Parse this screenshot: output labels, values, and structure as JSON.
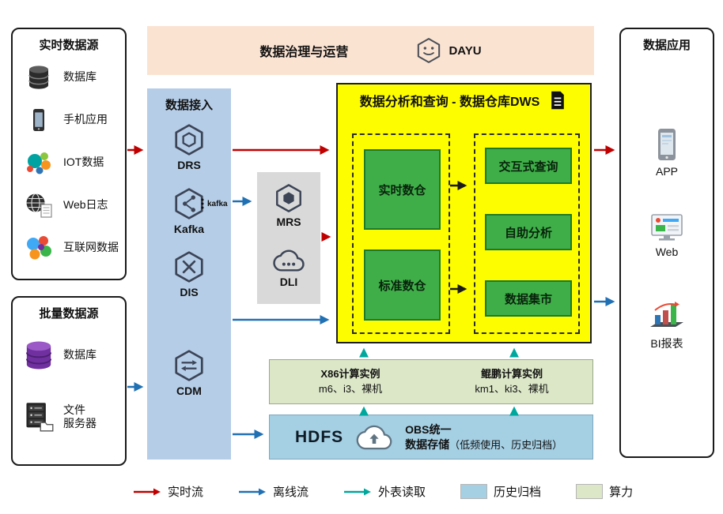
{
  "colors": {
    "realtime_flow": "#c00000",
    "offline_flow": "#2070b4",
    "external_read": "#00a79d",
    "archive_blue": "#a5cfe3",
    "compute_olive": "#dce7c8",
    "dws_yellow": "#fdfd00",
    "module_green": "#3fae49"
  },
  "realtime_sources": {
    "title": "实时数据源",
    "items": [
      {
        "label": "数据库",
        "icon": "database-icon"
      },
      {
        "label": "手机应用",
        "icon": "mobile-icon"
      },
      {
        "label": "IOT数据",
        "icon": "iot-icon"
      },
      {
        "label": "Web日志",
        "icon": "weblog-icon"
      },
      {
        "label": "互联网数据",
        "icon": "internet-data-icon"
      }
    ]
  },
  "batch_sources": {
    "title": "批量数据源",
    "items": [
      {
        "label": "数据库",
        "icon": "database-purple-icon"
      },
      {
        "label": "文件\n服务器",
        "icon": "file-server-icon"
      }
    ]
  },
  "governance": {
    "title": "数据治理与运营",
    "product": "DAYU"
  },
  "ingestion": {
    "title": "数据接入",
    "items": [
      {
        "label": "DRS"
      },
      {
        "label": "Kafka",
        "badge": "kafka"
      },
      {
        "label": "DIS"
      },
      {
        "label": "CDM"
      }
    ]
  },
  "analytics_services": {
    "items": [
      {
        "label": "MRS"
      },
      {
        "label": "DLI"
      }
    ]
  },
  "dws": {
    "title": "数据分析和查询 - 数据仓库DWS",
    "warehouses": [
      {
        "label": "实时数仓"
      },
      {
        "label": "标准数仓"
      }
    ],
    "capabilities": [
      {
        "label": "交互式查询"
      },
      {
        "label": "自助分析"
      },
      {
        "label": "数据集市"
      }
    ]
  },
  "compute": {
    "groups": [
      {
        "title": "X86计算实例",
        "subtitle": "m6、i3、裸机"
      },
      {
        "title": "鲲鹏计算实例",
        "subtitle": "km1、ki3、裸机"
      }
    ]
  },
  "storage": {
    "hdfs_label": "HDFS",
    "obs_line1": "OBS统一",
    "obs_line2": "数据存储",
    "obs_note": "（低频使用、历史归档）"
  },
  "applications": {
    "title": "数据应用",
    "items": [
      {
        "label": "APP",
        "icon": "app-phone-icon"
      },
      {
        "label": "Web",
        "icon": "web-monitor-icon"
      },
      {
        "label": "BI报表",
        "icon": "bi-chart-icon"
      }
    ]
  },
  "legend": {
    "items": [
      {
        "label": "实时流",
        "kind": "arrow",
        "color": "#c00000"
      },
      {
        "label": "离线流",
        "kind": "arrow",
        "color": "#2070b4"
      },
      {
        "label": "外表读取",
        "kind": "arrow",
        "color": "#00a79d"
      },
      {
        "label": "历史归档",
        "kind": "swatch",
        "color": "#a5cfe3"
      },
      {
        "label": "算力",
        "kind": "swatch",
        "color": "#dce7c8"
      }
    ]
  }
}
